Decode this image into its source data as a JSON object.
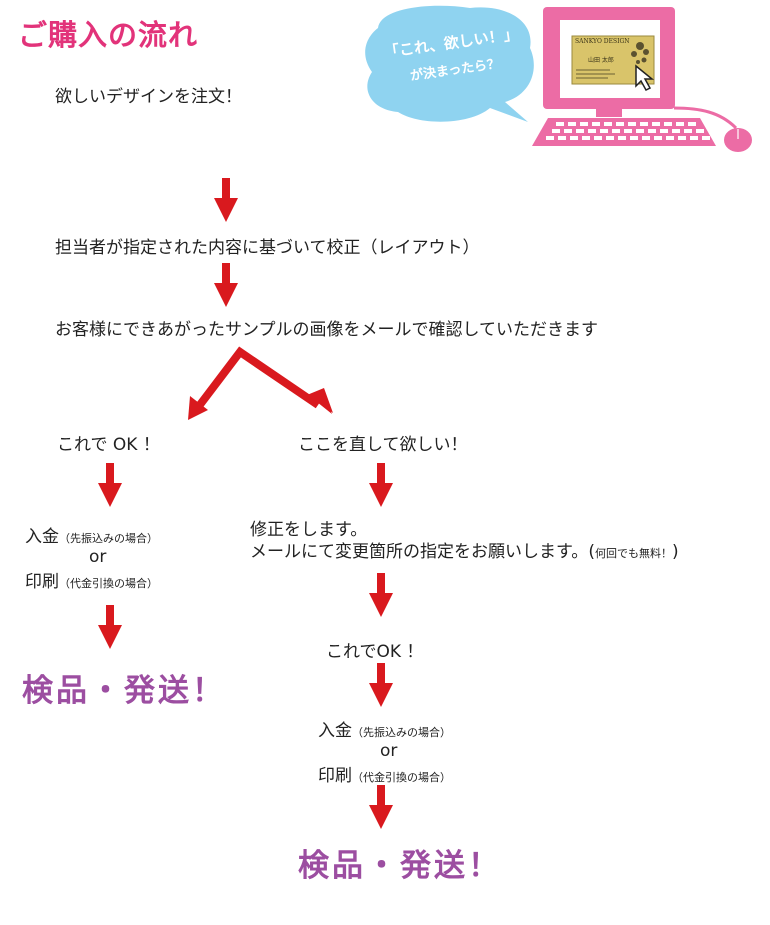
{
  "colors": {
    "title": "#e2337a",
    "arrow": "#d9191e",
    "final": "#9c4ea1",
    "bubble": "#8fd3f0",
    "monitor": "#ec6ca5",
    "card": "#d9c46a"
  },
  "title": "ご購入の流れ",
  "bubble": {
    "line1": "「これ、欲しい！」",
    "line2": "が決まったら？"
  },
  "card": {
    "brand": "SANKYO DESIGN",
    "name": "山田 太郎"
  },
  "steps": {
    "order": "欲しいデザインを注文！",
    "proof": "担当者が指定された内容に基づいて校正（レイアウト）",
    "confirm": "お客様にできあがったサンプルの画像をメールで確認していただきます"
  },
  "left": {
    "ok": "これで OK ！",
    "pay1": "入金",
    "pay1_note": "（先振込みの場合）",
    "or": "or",
    "pay2": "印刷",
    "pay2_note": "（代金引換の場合）",
    "final": "検品・発送！"
  },
  "right": {
    "fix": "ここを直して欲しい！",
    "fix_line1": "修正をします。",
    "fix_line2": "メールにて変更箇所の指定をお願いします。",
    "fix_note": "何回でも無料！",
    "ok": "これでOK ！",
    "pay1": "入金",
    "pay1_note": "（先振込みの場合）",
    "or": "or",
    "pay2": "印刷",
    "pay2_note": "（代金引換の場合）",
    "final": "検品・発送！"
  }
}
